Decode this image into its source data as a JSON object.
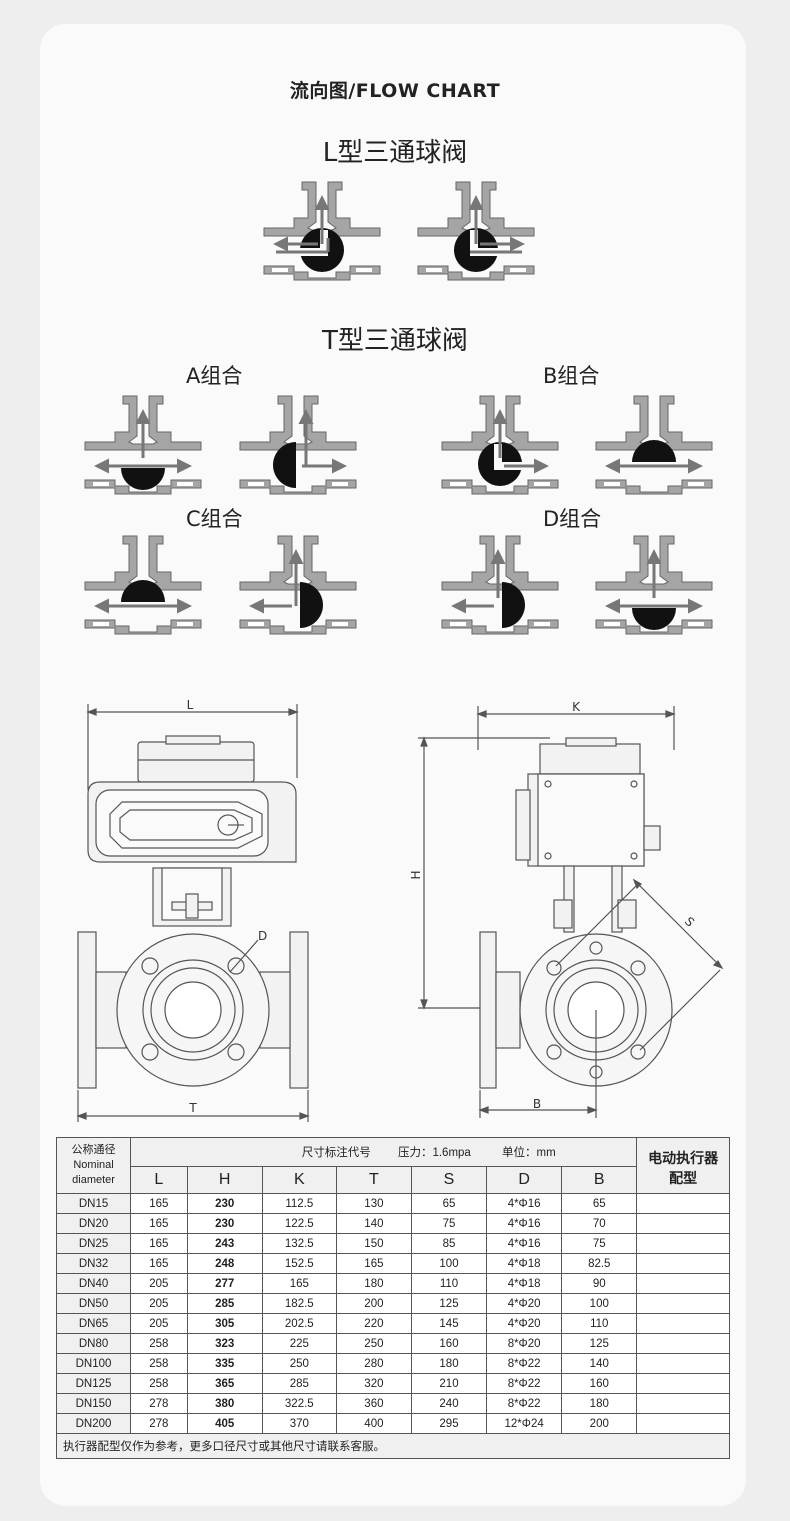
{
  "header": {
    "title": "流向图/FLOW CHART"
  },
  "sections": {
    "l_type": "L型三通球阀",
    "t_type": "T型三通球阀"
  },
  "groups": {
    "a": "A组合",
    "b": "B组合",
    "c": "C组合",
    "d": "D组合"
  },
  "drawing": {
    "labels": {
      "L": "L",
      "T": "T",
      "D": "D",
      "K": "K",
      "H": "H",
      "S": "S",
      "B": "B"
    }
  },
  "table": {
    "col1_header": [
      "公称通径",
      "Nominal",
      "diameter"
    ],
    "spec_header": "尺寸标注代号",
    "pressure": "压力：1.6mpa",
    "unit": "单位：mm",
    "actuator_header": [
      "电动执行器",
      "配型"
    ],
    "columns": [
      "L",
      "H",
      "K",
      "T",
      "S",
      "D",
      "B"
    ],
    "rows": [
      [
        "DN15",
        "165",
        "230",
        "112.5",
        "130",
        "65",
        "4*Φ16",
        "65"
      ],
      [
        "DN20",
        "165",
        "230",
        "122.5",
        "140",
        "75",
        "4*Φ16",
        "70"
      ],
      [
        "DN25",
        "165",
        "243",
        "132.5",
        "150",
        "85",
        "4*Φ16",
        "75"
      ],
      [
        "DN32",
        "165",
        "248",
        "152.5",
        "165",
        "100",
        "4*Φ18",
        "82.5"
      ],
      [
        "DN40",
        "205",
        "277",
        "165",
        "180",
        "110",
        "4*Φ18",
        "90"
      ],
      [
        "DN50",
        "205",
        "285",
        "182.5",
        "200",
        "125",
        "4*Φ20",
        "100"
      ],
      [
        "DN65",
        "205",
        "305",
        "202.5",
        "220",
        "145",
        "4*Φ20",
        "110"
      ],
      [
        "DN80",
        "258",
        "323",
        "225",
        "250",
        "160",
        "8*Φ20",
        "125"
      ],
      [
        "DN100",
        "258",
        "335",
        "250",
        "280",
        "180",
        "8*Φ22",
        "140"
      ],
      [
        "DN125",
        "258",
        "365",
        "285",
        "320",
        "210",
        "8*Φ22",
        "160"
      ],
      [
        "DN150",
        "278",
        "380",
        "322.5",
        "360",
        "240",
        "8*Φ22",
        "180"
      ],
      [
        "DN200",
        "278",
        "405",
        "370",
        "400",
        "295",
        "12*Φ24",
        "200"
      ]
    ],
    "note": "执行器配型仅作为参考，更多口径尺寸或其他尺寸请联系客服。"
  }
}
